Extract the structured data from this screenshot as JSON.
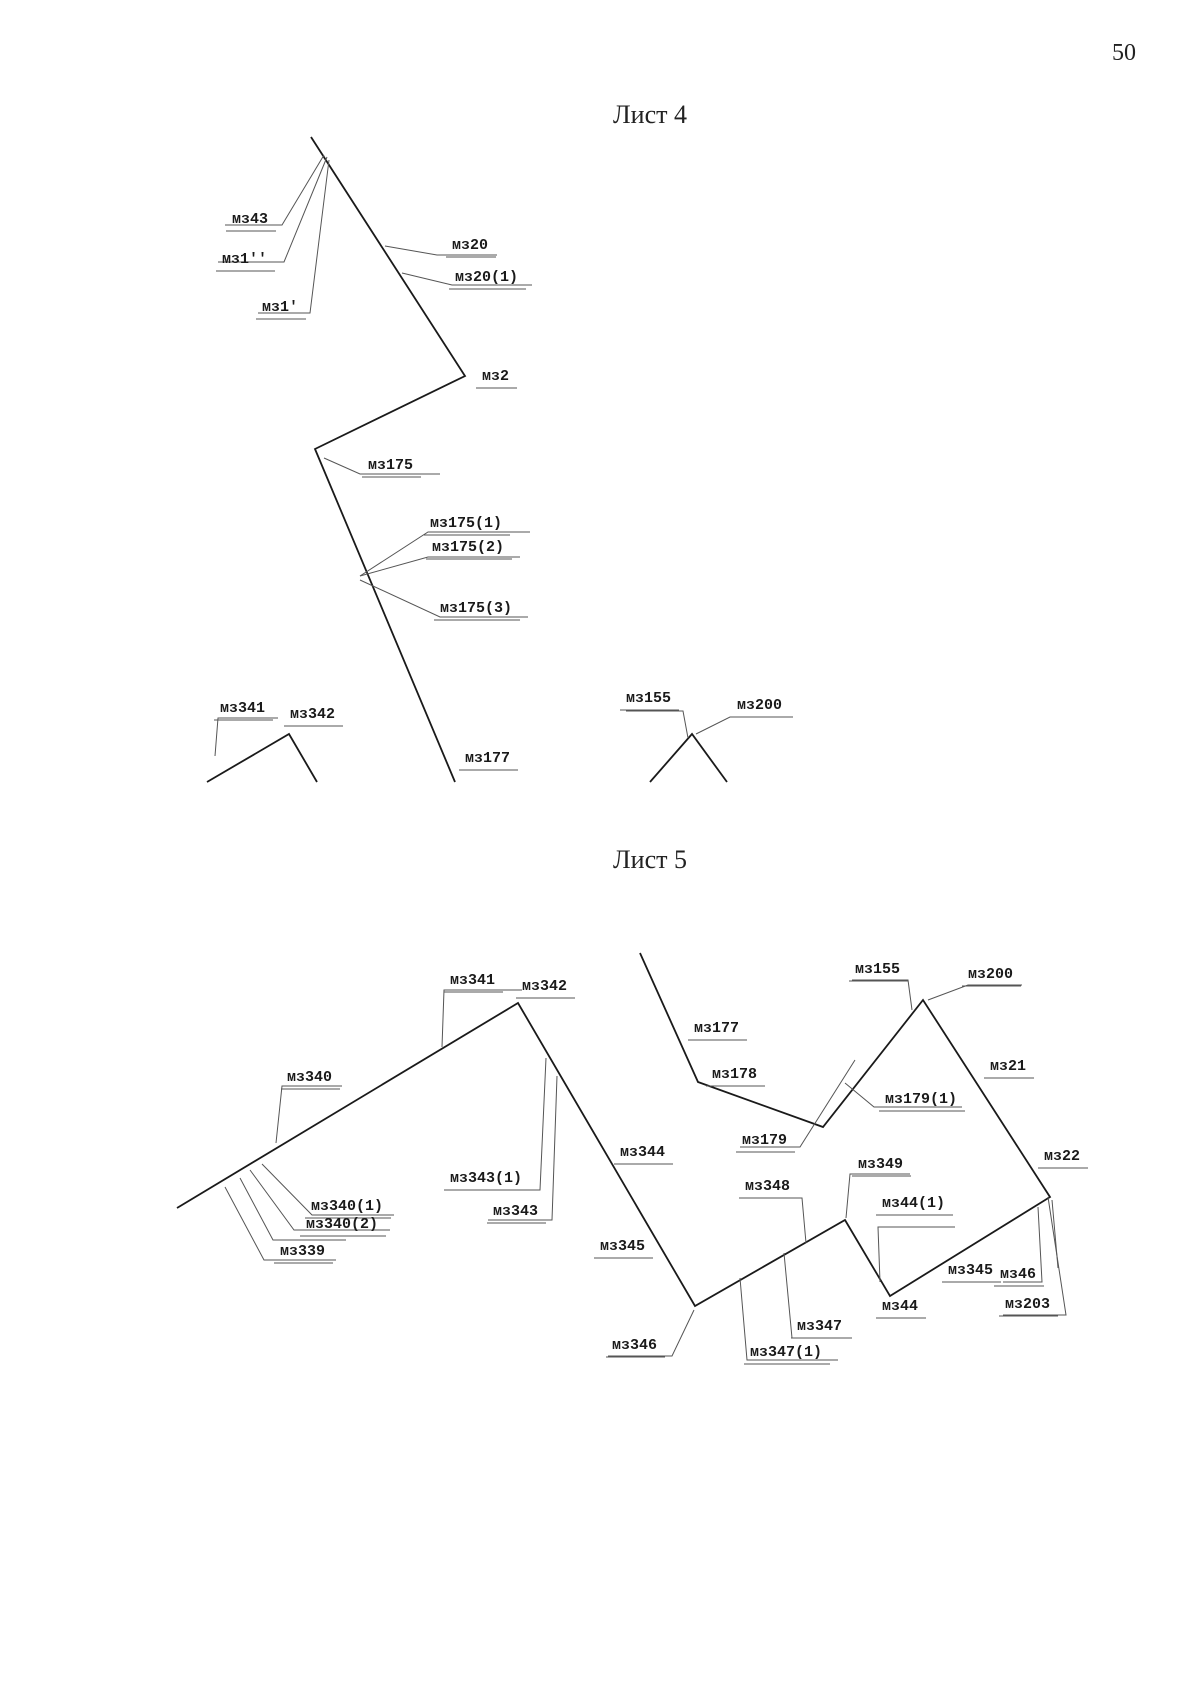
{
  "page_number": "50",
  "sheet4": {
    "title": "Лист 4",
    "labels": [
      "мз43",
      "мз1''",
      "мз1'",
      "мз20",
      "мз20(1)",
      "мз2",
      "мз175",
      "мз175(1)",
      "мз175(2)",
      "мз175(3)",
      "мз341",
      "мз342",
      "мз177",
      "мз155",
      "мз200"
    ]
  },
  "sheet5": {
    "title": "Лист 5",
    "labels": [
      "мз341",
      "мз342",
      "мз340",
      "мз340(1)",
      "мз340(2)",
      "мз339",
      "мз343(1)",
      "мз343",
      "мз344",
      "мз345",
      "мз346",
      "мз177",
      "мз178",
      "мз179",
      "мз179(1)",
      "мз155",
      "мз200",
      "мз21",
      "мз22",
      "мз348",
      "мз349",
      "мз347",
      "мз347(1)",
      "мз44(1)",
      "мз44",
      "мз345",
      "мз46",
      "мз203"
    ]
  }
}
